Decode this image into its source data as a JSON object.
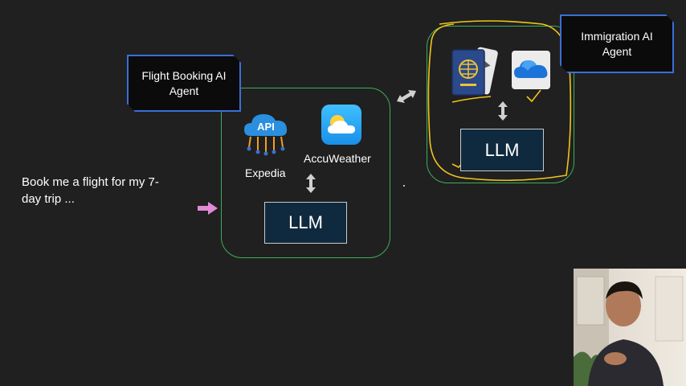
{
  "prompt": {
    "line1": "Book me a flight for my 7-",
    "line2": "day trip ..."
  },
  "flight_agent": {
    "tag_line1": "Flight Booking AI",
    "tag_line2": "Agent",
    "tool1_icon_text": "API",
    "tool1_label": "Expedia",
    "tool2_label": "AccuWeather",
    "llm_label": "LLM"
  },
  "immigration_agent": {
    "tag_line1": "Immigration AI",
    "tag_line2": "Agent",
    "llm_label": "LLM"
  },
  "colors": {
    "group_border": "#3fae5a",
    "tag_border": "#3b6fd8",
    "llm_fill": "#0f2a3e",
    "annotation": "#f0c419",
    "input_arrow": "#e08ad8"
  }
}
